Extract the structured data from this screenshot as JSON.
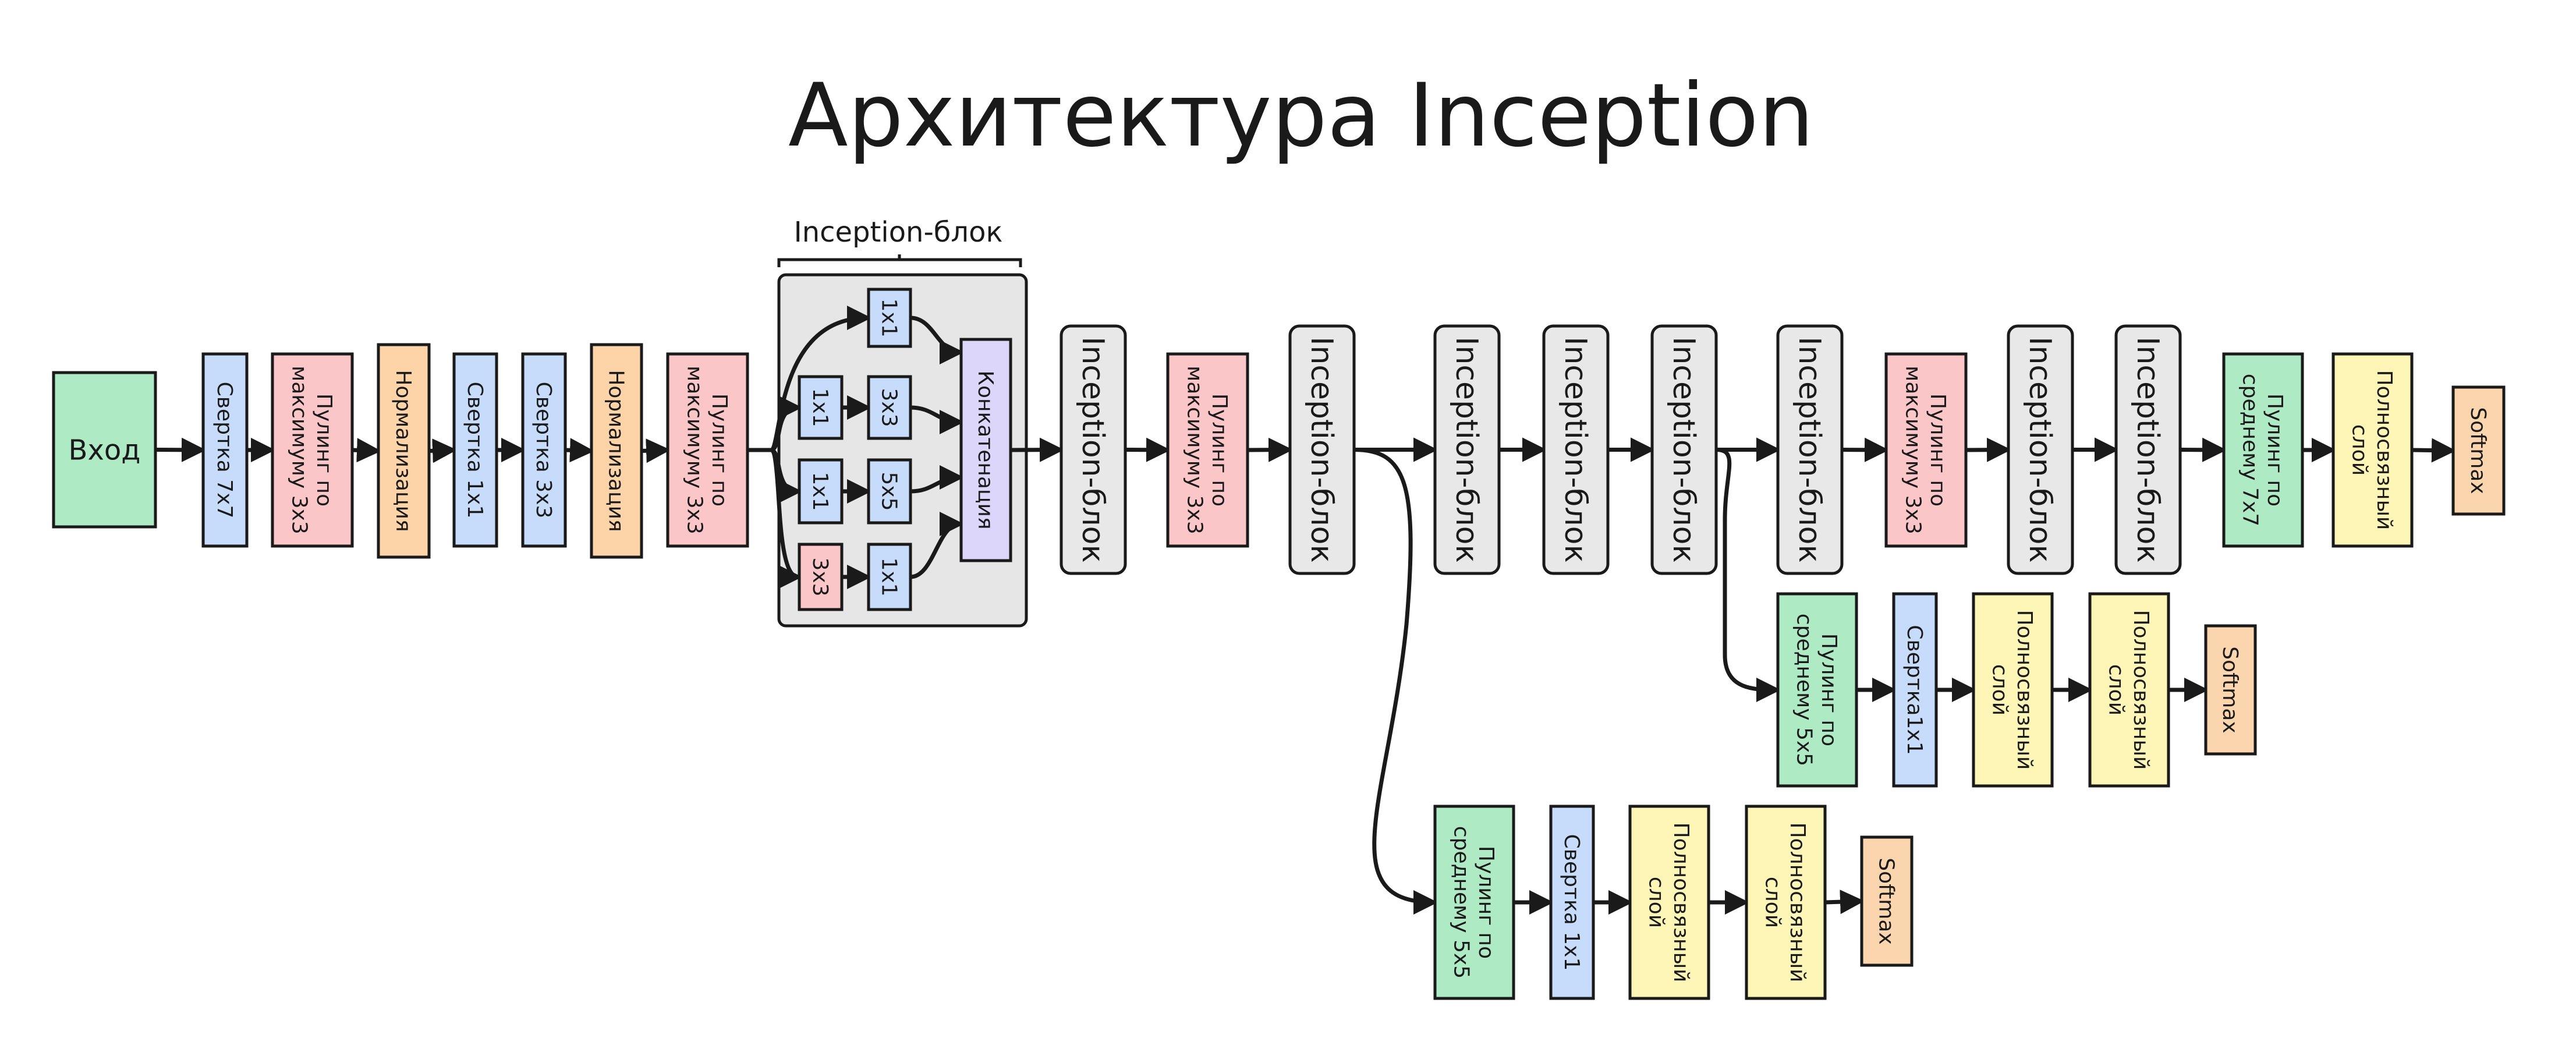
{
  "title": "Архитектура Inception",
  "inception_block_label": "Inception-блок",
  "colors": {
    "input": "#aeeac4",
    "conv": "#c6dcfa",
    "pool": "#fbc6c8",
    "norm": "#fcd4a8",
    "inception": "#e8e8e8",
    "concat": "#dcd6fb",
    "avgpool": "#aeeac4",
    "fc": "#fdf6b6",
    "softmax": "#fbd5ad",
    "group_bg": "#e6e6e6",
    "stroke": "#1a1a1a"
  },
  "nodes": {
    "input": "Вход",
    "conv7": "Свертка 7x7",
    "maxpool1": "Пулинг по максимуму 3x3",
    "norm1": "Нормализация",
    "conv1x1": "Свертка 1x1",
    "conv3x3": "Свертка 3x3",
    "norm2": "Нормализация",
    "maxpool2": "Пулинг по максимуму 3x3",
    "br_1x1_a": "1x1",
    "br_1x1_b": "1x1",
    "br_3x3": "3x3",
    "br_1x1_c": "1x1",
    "br_5x5": "5x5",
    "br_pool3x3": "3x3",
    "br_1x1_d": "1x1",
    "concat": "Конкатенация",
    "inc1": "Inception-блок",
    "maxpool3": "Пулинг по максимуму 3x3",
    "inc2": "Inception-блок",
    "inc3": "Inception-блок",
    "inc4": "Inception-блок",
    "inc5": "Inception-блок",
    "inc6": "Inception-блок",
    "maxpool4": "Пулинг по максимуму 3x3",
    "inc7": "Inception-блок",
    "inc8": "Inception-блок",
    "avgpool7": "Пулинг по среднему 7x7",
    "fc_main": "Полносвязный слой",
    "softmax_main": "Softmax",
    "aux1_avgpool": "Пулинг по среднему 5x5",
    "aux1_conv": "Свертка1x1",
    "aux1_fc1": "Полносвязный слой",
    "aux1_fc2": "Полносвязный слой",
    "aux1_softmax": "Softmax",
    "aux2_avgpool": "Пулинг по среднему 5x5",
    "aux2_conv": "Свертка 1x1",
    "aux2_fc1": "Полносвязный слой",
    "aux2_fc2": "Полносвязный слой",
    "aux2_softmax": "Softmax"
  }
}
